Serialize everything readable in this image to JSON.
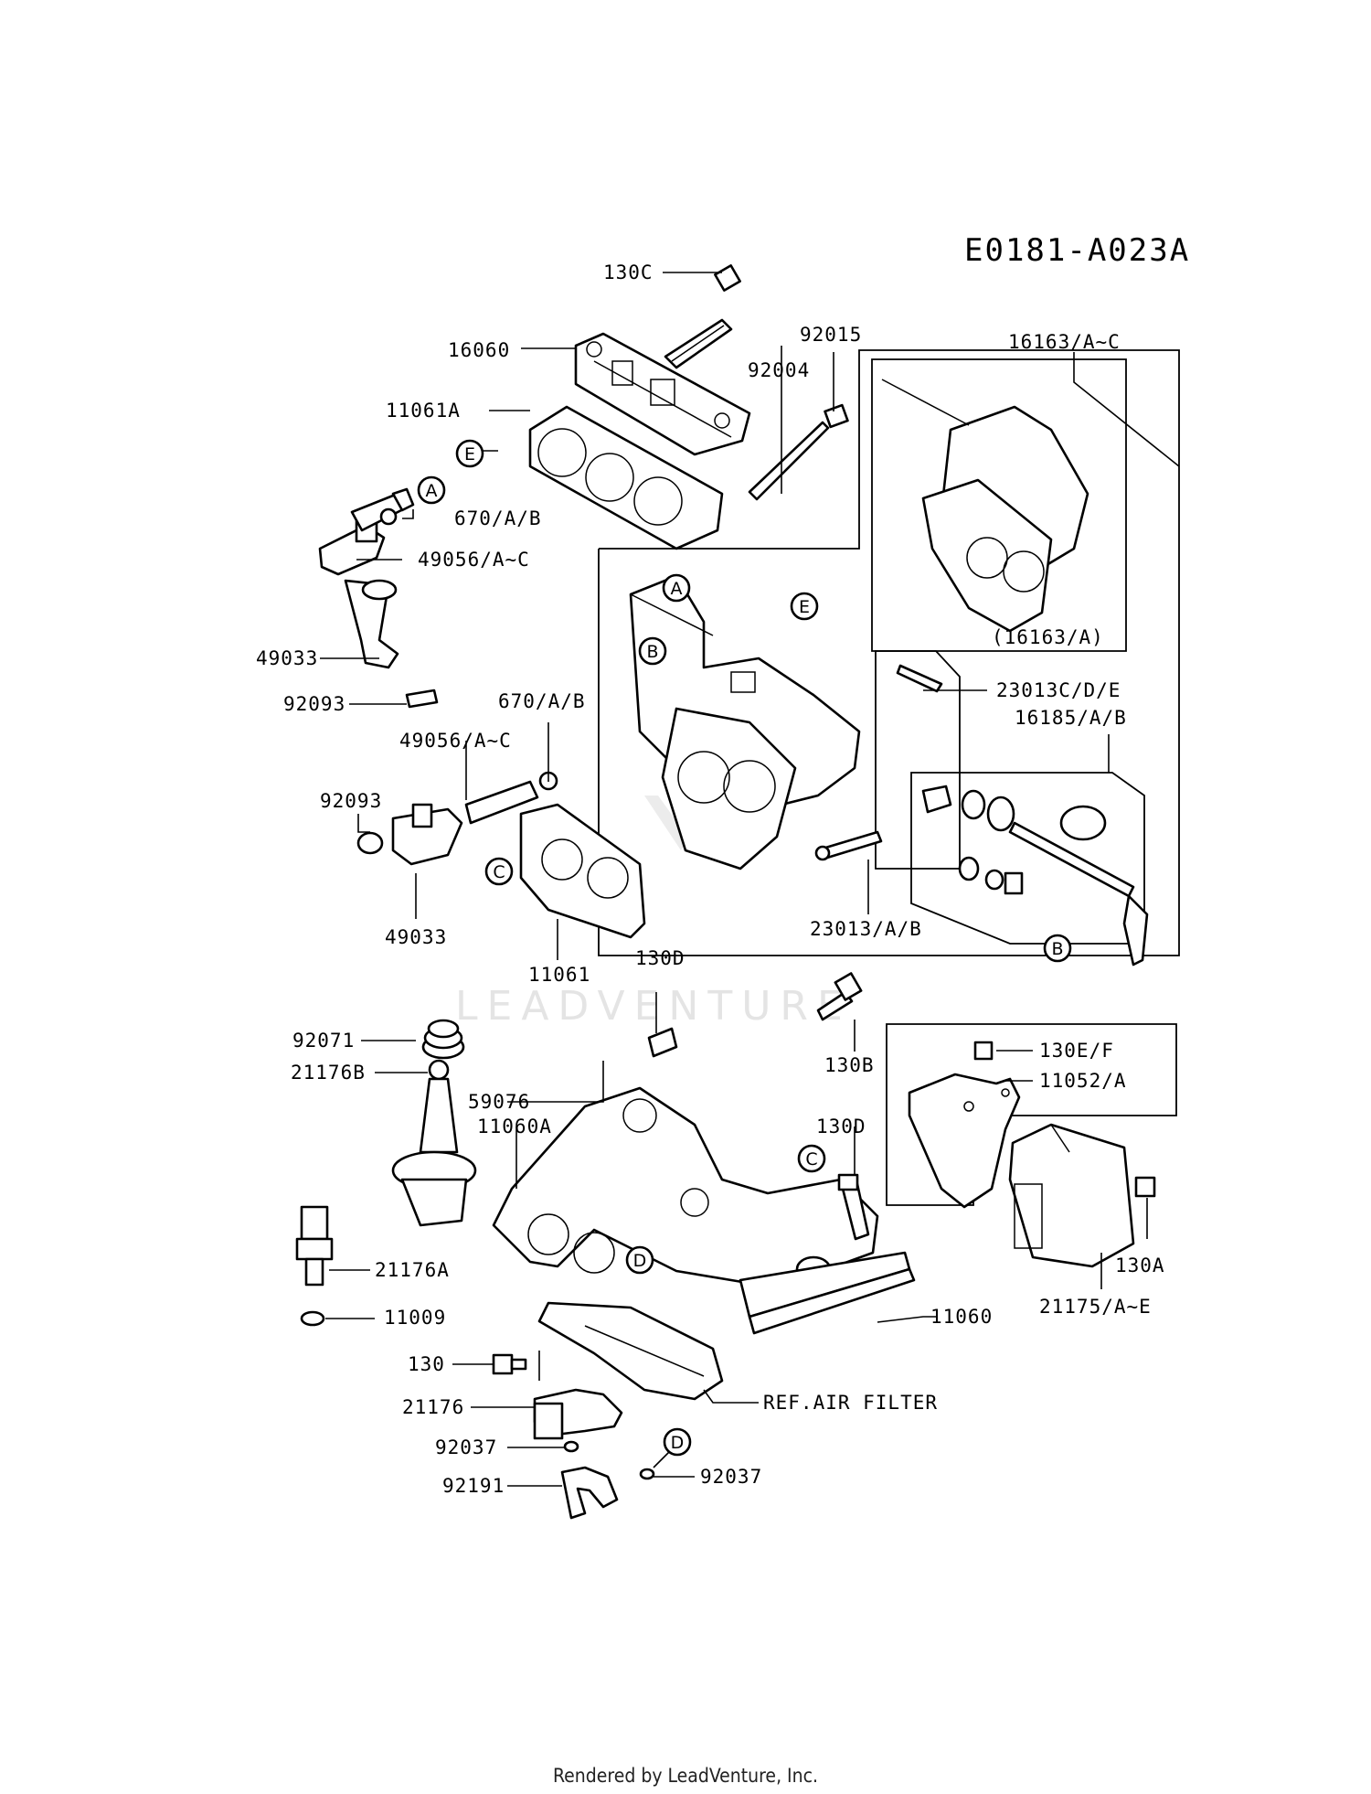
{
  "diagram": {
    "code": "E0181-A023A",
    "watermark": "LEADVENTURE",
    "footer": "Rendered by LeadVenture, Inc."
  },
  "labels": {
    "l130c": "130C",
    "l16060": "16060",
    "l92015": "92015",
    "l92004": "92004",
    "l16163": "16163/A~C",
    "l11061a": "11061A",
    "l670a": "670/A/B",
    "l49056a": "49056/A~C",
    "l49033a": "49033",
    "l92093a": "92093",
    "l670b": "670/A/B",
    "l49056b": "49056/A~C",
    "l92093b": "92093",
    "l49033b": "49033",
    "l11061": "11061",
    "l16163a": "(16163/A)",
    "l23013c": "23013C/D/E",
    "l16185": "16185/A/B",
    "l23013a": "23013/A/B",
    "l130d1": "130D",
    "l92071": "92071",
    "l130b": "130B",
    "l21176b": "21176B",
    "l130ef": "130E/F",
    "l59076": "59076",
    "l11052": "11052/A",
    "l11060a": "11060A",
    "l130d2": "130D",
    "l21176a": "21176A",
    "l130a": "130A",
    "l11009": "11009",
    "l21175": "21175/A~E",
    "l11060": "11060",
    "l130": "130",
    "l21176": "21176",
    "lref": "REF.AIR FILTER",
    "l92037a": "92037",
    "l92191": "92191",
    "l92037b": "92037"
  },
  "callouts": {
    "a": "A",
    "b": "B",
    "c": "C",
    "d": "D",
    "e": "E"
  }
}
